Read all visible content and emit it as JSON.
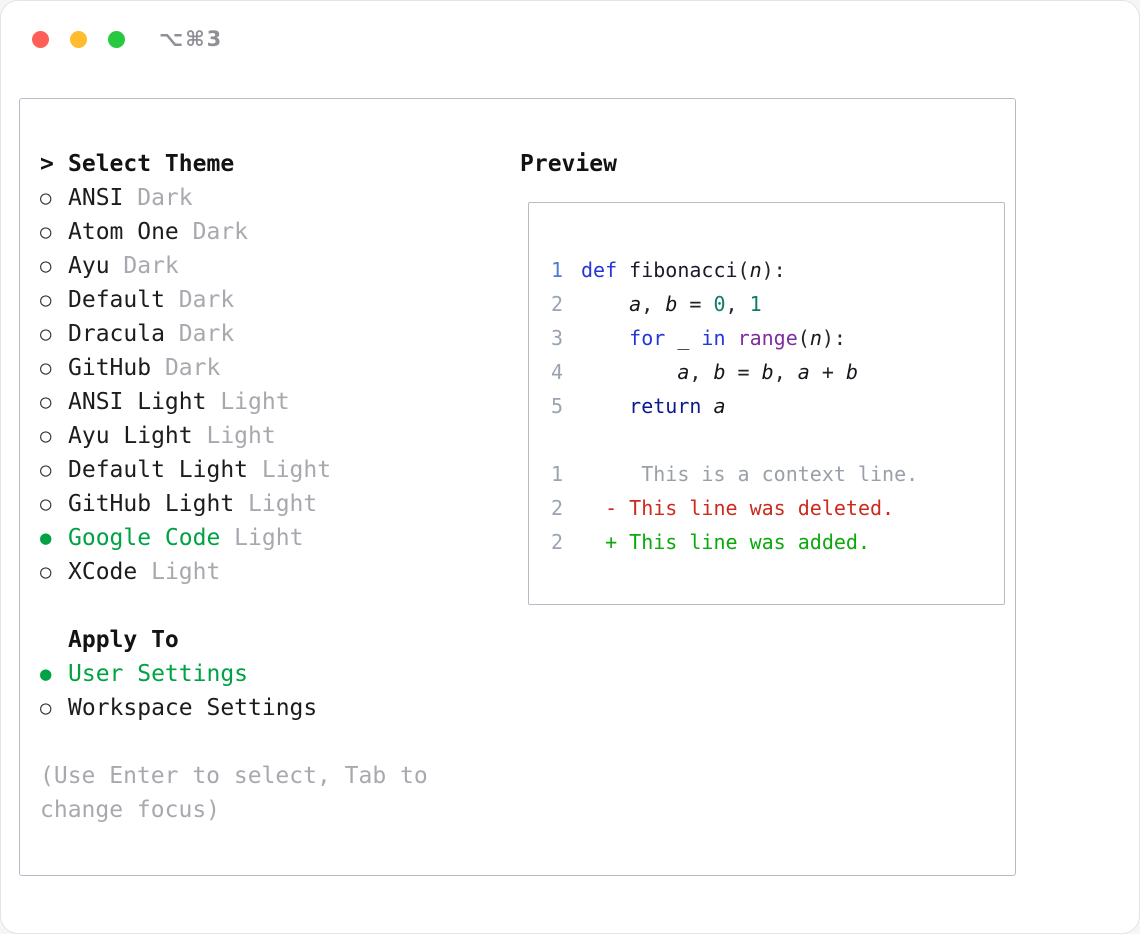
{
  "window": {
    "shortcut": "⌥⌘3",
    "traffic_colors": {
      "red": "#ff5f57",
      "yellow": "#febc2e",
      "green": "#28c840"
    }
  },
  "theme_panel": {
    "prompt": ">",
    "title": "Select Theme",
    "items": [
      {
        "name": "ANSI",
        "variant": "Dark",
        "selected": false
      },
      {
        "name": "Atom One",
        "variant": "Dark",
        "selected": false
      },
      {
        "name": "Ayu",
        "variant": "Dark",
        "selected": false
      },
      {
        "name": "Default",
        "variant": "Dark",
        "selected": false
      },
      {
        "name": "Dracula",
        "variant": "Dark",
        "selected": false
      },
      {
        "name": "GitHub",
        "variant": "Dark",
        "selected": false
      },
      {
        "name": "ANSI Light",
        "variant": "Light",
        "selected": false
      },
      {
        "name": "Ayu Light",
        "variant": "Light",
        "selected": false
      },
      {
        "name": "Default Light",
        "variant": "Light",
        "selected": false
      },
      {
        "name": "GitHub Light",
        "variant": "Light",
        "selected": false
      },
      {
        "name": "Google Code",
        "variant": "Light",
        "selected": true
      },
      {
        "name": "XCode",
        "variant": "Light",
        "selected": false
      }
    ],
    "apply_to": {
      "title": "Apply To",
      "options": [
        {
          "label": "User Settings",
          "selected": true
        },
        {
          "label": "Workspace Settings",
          "selected": false
        }
      ]
    },
    "hint": "(Use Enter to select, Tab to change focus)",
    "selected_color": "#00a244"
  },
  "preview": {
    "title": "Preview",
    "code_lines": [
      {
        "num": "1",
        "num_hl": true,
        "tokens": [
          [
            "kw",
            "def"
          ],
          [
            "plain",
            " "
          ],
          [
            "name",
            "fibonacci"
          ],
          [
            "plain",
            "("
          ],
          [
            "var",
            "n"
          ],
          [
            "plain",
            "):"
          ]
        ]
      },
      {
        "num": "2",
        "num_hl": false,
        "tokens": [
          [
            "plain",
            "    "
          ],
          [
            "var",
            "a"
          ],
          [
            "plain",
            ", "
          ],
          [
            "var",
            "b"
          ],
          [
            "plain",
            " = "
          ],
          [
            "num",
            "0"
          ],
          [
            "plain",
            ", "
          ],
          [
            "num",
            "1"
          ]
        ]
      },
      {
        "num": "3",
        "num_hl": false,
        "tokens": [
          [
            "plain",
            "    "
          ],
          [
            "kw",
            "for"
          ],
          [
            "plain",
            " _ "
          ],
          [
            "kw",
            "in"
          ],
          [
            "plain",
            " "
          ],
          [
            "fn",
            "range"
          ],
          [
            "plain",
            "("
          ],
          [
            "var",
            "n"
          ],
          [
            "plain",
            "):"
          ]
        ]
      },
      {
        "num": "4",
        "num_hl": false,
        "tokens": [
          [
            "plain",
            "        "
          ],
          [
            "var",
            "a"
          ],
          [
            "plain",
            ", "
          ],
          [
            "var",
            "b"
          ],
          [
            "plain",
            " = "
          ],
          [
            "var",
            "b"
          ],
          [
            "plain",
            ", "
          ],
          [
            "var",
            "a"
          ],
          [
            "plain",
            " + "
          ],
          [
            "var",
            "b"
          ]
        ]
      },
      {
        "num": "5",
        "num_hl": false,
        "tokens": [
          [
            "plain",
            "    "
          ],
          [
            "kw2",
            "return"
          ],
          [
            "plain",
            " "
          ],
          [
            "var",
            "a"
          ]
        ]
      }
    ],
    "diff_lines": [
      {
        "num": "1",
        "type": "context",
        "text": "     This is a context line."
      },
      {
        "num": "2",
        "type": "deleted",
        "text": "  - This line was deleted."
      },
      {
        "num": "2",
        "type": "added",
        "text": "  + This line was added."
      }
    ],
    "diff_colors": {
      "context": "#9aa0a8",
      "deleted": "#cc2a1d",
      "added": "#0ca80c"
    }
  }
}
